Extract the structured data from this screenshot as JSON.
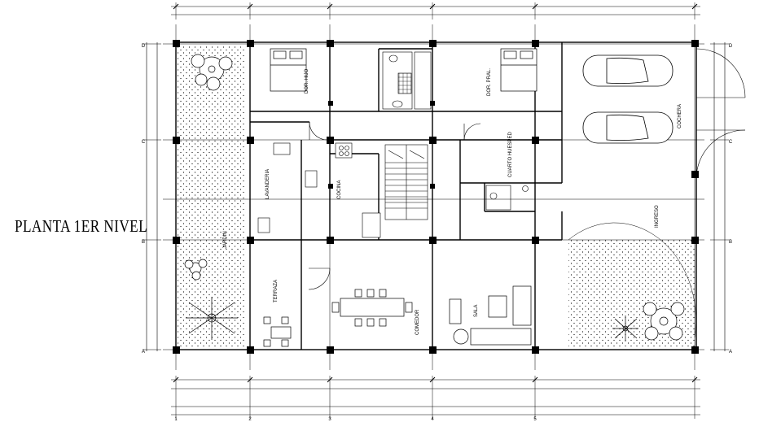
{
  "plan": {
    "title": "PLANTA 1ER NIVEL",
    "grid_rows": [
      "D",
      "C",
      "B",
      "A"
    ],
    "grid_cols": [
      "1",
      "2",
      "3",
      "4",
      "5"
    ]
  },
  "rooms": {
    "dorm_1": "DOR. HIJO",
    "dorm_2": "DOR. PRAL.",
    "lavanderia": "LAVANDERIA",
    "cocina": "COCINA",
    "cuarto_huesped": "CUARTO HUESPED",
    "cochera": "COCHERA",
    "ingreso": "INGRESO",
    "jardin": "JARDIN",
    "terraza": "TERRAZA",
    "comedor": "COMEDOR",
    "sala": "SALA"
  }
}
